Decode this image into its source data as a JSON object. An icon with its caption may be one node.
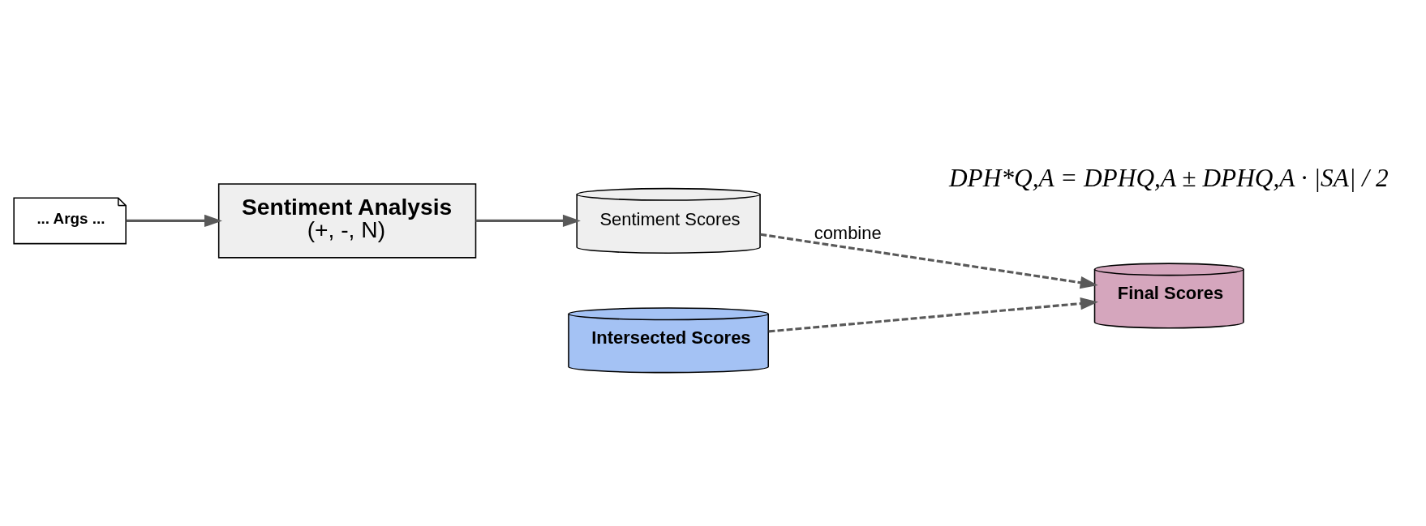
{
  "diagram": {
    "nodes": [
      {
        "text": [
          "... Args ..."
        ]
      },
      {
        "text": [
          "Intersected Scores"
        ]
      },
      {
        "text": [
          "Final Scores"
        ]
      },
      {
        "text": [
          "Sentiment Analysis",
          "(+, -, N)"
        ]
      },
      {
        "text": [
          "Sentiment Scores"
        ]
      }
    ],
    "edges": [
      {
        "from": 0,
        "to": 3,
        "arrow": "to"
      },
      {
        "from": 3,
        "to": 4,
        "arrow": "to"
      },
      {
        "from": 1,
        "to": 2,
        "arrow": "to",
        "style": "dashed"
      },
      {
        "from": 4,
        "to": 2,
        "arrow": "to",
        "style": "dashed",
        "label": "combine"
      }
    ],
    "labels": [
      "DPH*Q,A = DPHQ,A ± DPHQ,A · |SA| / 2"
    ]
  }
}
